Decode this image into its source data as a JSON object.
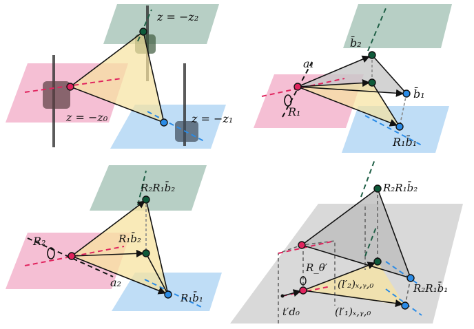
{
  "panel1": {
    "label_top": "z = −z₂",
    "label_left": "z = −z₀",
    "label_right": "z = −z₁"
  },
  "panel2": {
    "label_b2": "b̄₂",
    "label_a1": "a₁",
    "label_R1": "R₁",
    "label_b1": "b̄₁",
    "label_R1b1": "R₁b̄₁"
  },
  "panel3": {
    "label_R2R1b2": "R₂R₁b̄₂",
    "label_R2": "R₂",
    "label_R1b2": "R₁b̄₂",
    "label_a2": "a₂",
    "label_R1b1": "R₁b̄₁"
  },
  "panel4": {
    "label_R2R1b2": "R₂R₁b̄₂",
    "label_Rtheta": "R_θ′",
    "label_l2": "(l′₂)ₓ,ᵧ,₀",
    "label_R2R1b1": "R₂R₁b̄₁",
    "label_td0": "t′d₀",
    "label_l1": "(l′₁)ₓ,ᵧ,₀"
  },
  "colors": {
    "pink_plane": "#f2a9c6",
    "green_plane": "#9fbfb2",
    "blue_plane": "#a9d2f3",
    "gray_plane": "#cfcfcf",
    "triangle_fill": "#f7e3a0",
    "pink_dot": "#e0245e",
    "green_dot": "#0f5a3a",
    "blue_dot": "#2a8be6",
    "pink_dash": "#e0245e",
    "green_dash": "#1f5f46",
    "blue_dash": "#2a8be6"
  }
}
